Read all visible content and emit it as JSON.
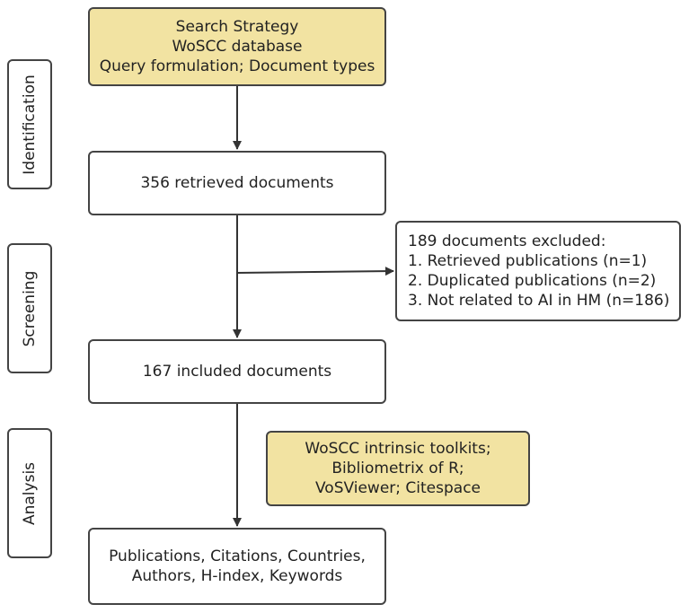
{
  "phases": {
    "identification": "Identification",
    "screening": "Screening",
    "analysis": "Analysis"
  },
  "boxes": {
    "search_strategy": [
      "Search Strategy",
      "WoSCC database",
      "Query formulation; Document types"
    ],
    "retrieved": "356 retrieved documents",
    "excluded": [
      "189 documents excluded:",
      "1. Retrieved publications (n=1)",
      "2. Duplicated publications (n=2)",
      "3. Not related to AI in HM (n=186)"
    ],
    "included": "167 included documents",
    "tools": [
      "WoSCC intrinsic toolkits;",
      "Bibliometrix of R;",
      "VoSViewer; Citespace"
    ],
    "outputs": [
      "Publications, Citations, Countries,",
      "Authors, H-index, Keywords"
    ]
  },
  "colors": {
    "highlight_fill": "#f2e3a2",
    "border": "#444444"
  }
}
